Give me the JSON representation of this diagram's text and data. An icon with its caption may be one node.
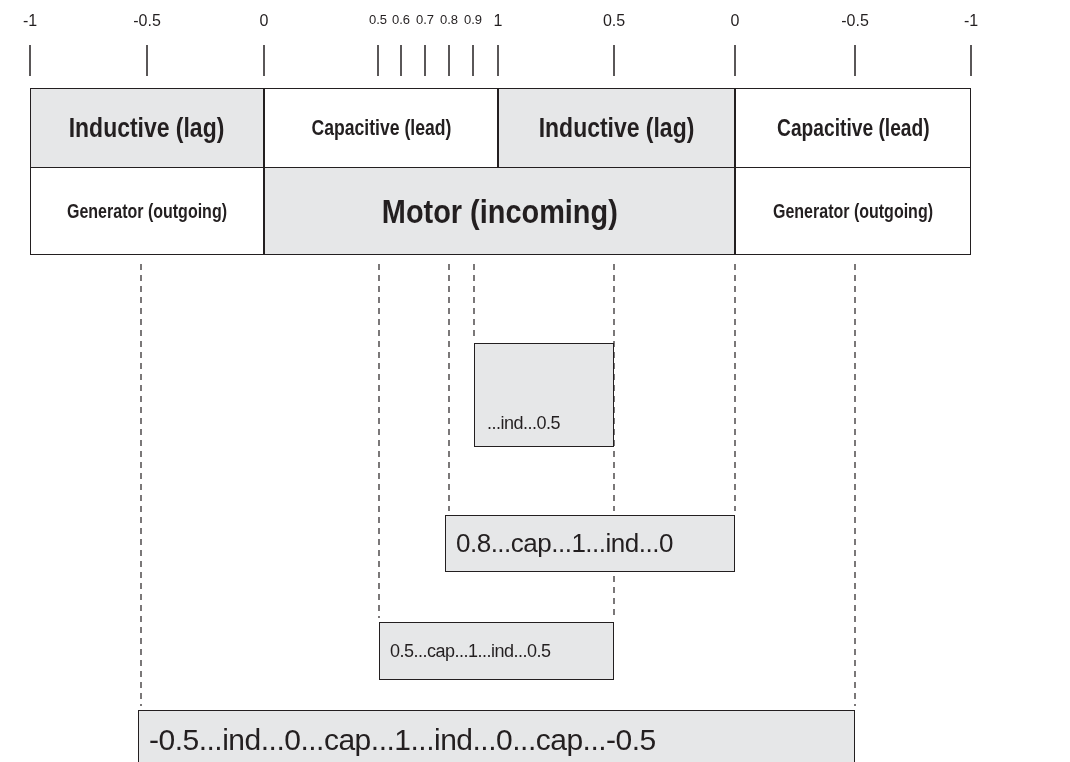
{
  "diagram": {
    "nodes": [
      {
        "text": [
          "Inductive (lag)"
        ]
      },
      {
        "text": [
          "Capacitive (lead)"
        ]
      },
      {
        "text": [
          "Inductive (lag)"
        ]
      },
      {
        "text": [
          "Capacitive (lead)"
        ]
      },
      {
        "text": [
          "Generator (outgoing)"
        ]
      },
      {
        "text": [
          "Motor (incoming)"
        ]
      },
      {
        "text": [
          "Generator (outgoing)"
        ]
      },
      {
        "text": [
          "...ind...0.5"
        ]
      },
      {
        "text": [
          "0.8...cap...1...ind...0"
        ]
      },
      {
        "text": [
          "0.5...cap...1...ind...0.5"
        ]
      },
      {
        "text": [
          "-0.5...ind...0...cap...1...ind...0...cap...-0.5"
        ]
      }
    ],
    "labels": [
      "-1",
      "-0.5",
      "0",
      "0.5",
      "0.6",
      "0.7",
      "0.8",
      "0.9",
      "1",
      "0.5",
      "0",
      "-0.5",
      "-1"
    ]
  }
}
